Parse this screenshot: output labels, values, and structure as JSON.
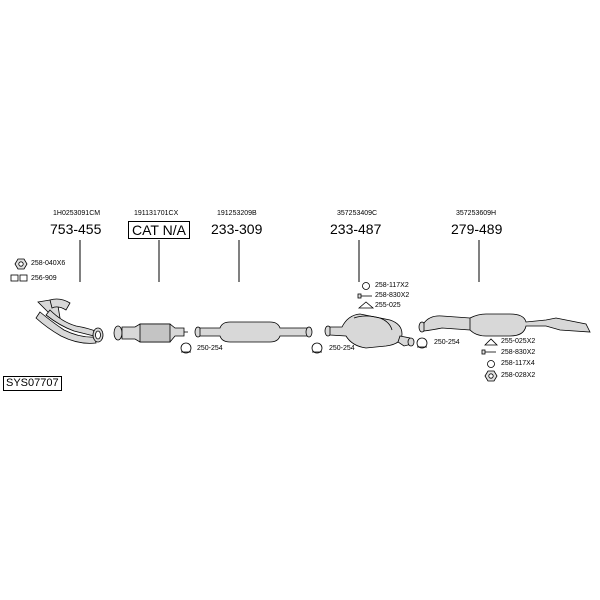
{
  "system_code": "SYS07707",
  "components": [
    {
      "oem": "1H0253091CM",
      "part": "753-455"
    },
    {
      "oem": "191131701CX",
      "part": "CAT N/A"
    },
    {
      "oem": "191253209B",
      "part": "233-309"
    },
    {
      "oem": "357253409C",
      "part": "233-487"
    },
    {
      "oem": "357253609H",
      "part": "279-489"
    }
  ],
  "accessories": {
    "nut_manifold": "258-040X6",
    "gasket_manifold": "256-909",
    "clamp_1": "250-254",
    "clamp_2": "250-254",
    "clamp_3": "250-254",
    "mid_ring": "258-117X2",
    "mid_bolt": "258-830X2",
    "mid_hanger": "255-025",
    "rear_hanger": "255-025X2",
    "rear_bolt": "258-830X2",
    "rear_ring": "258-117X4",
    "rear_nut": "258-028X2"
  }
}
